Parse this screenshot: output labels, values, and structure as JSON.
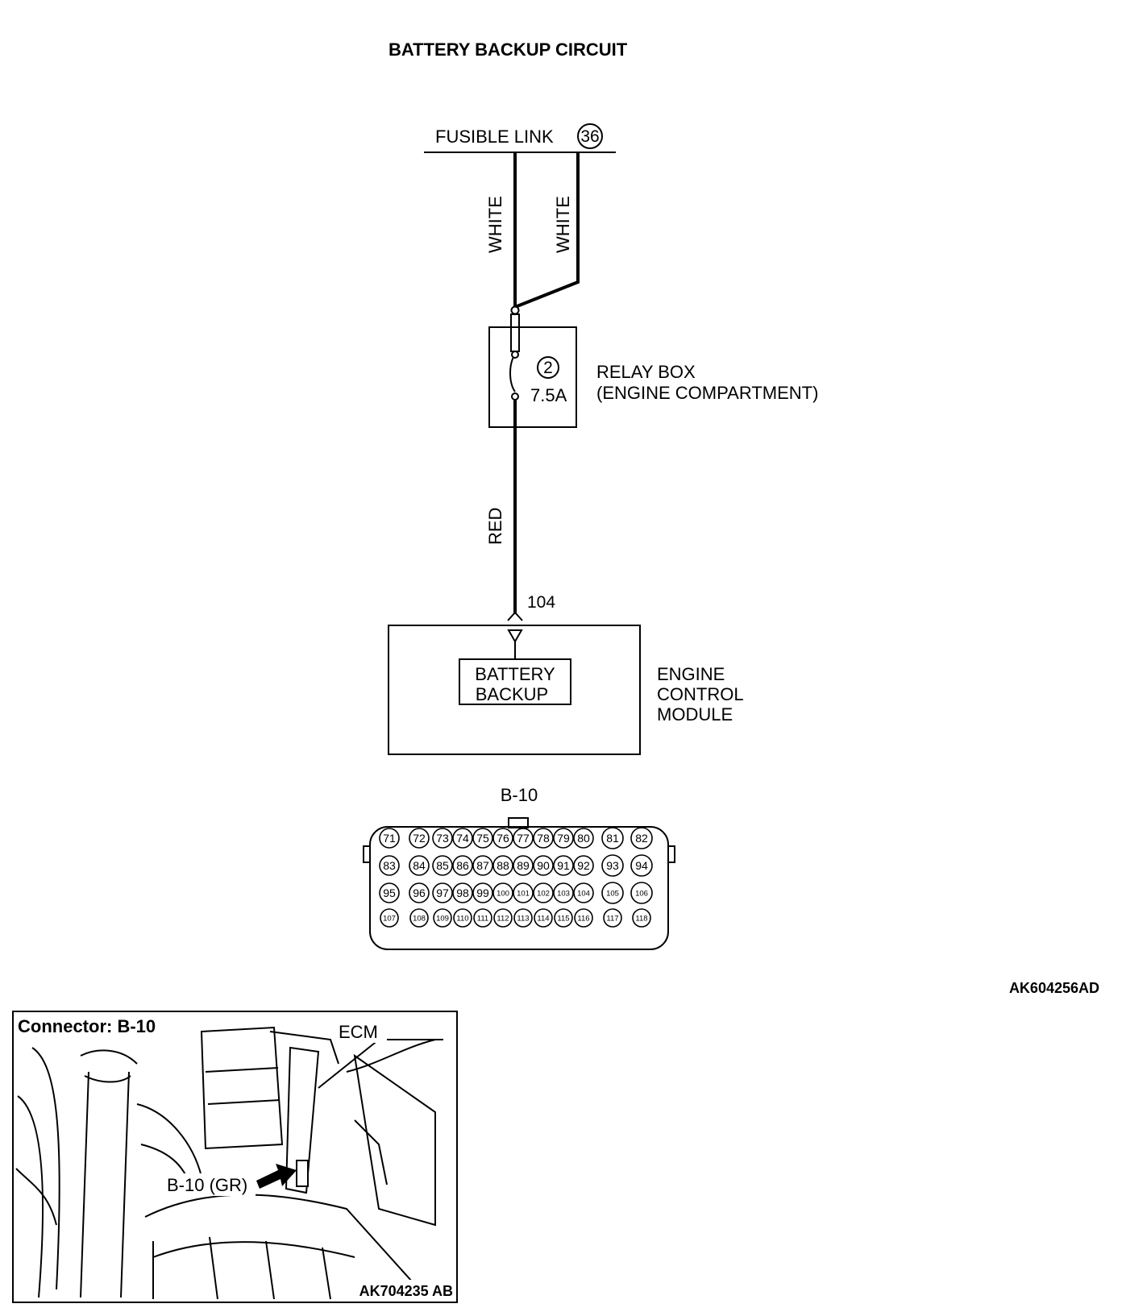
{
  "title": "BATTERY BACKUP CIRCUIT",
  "fusible_link": {
    "label": "FUSIBLE LINK",
    "number": "36"
  },
  "wires": {
    "white_left": "WHITE",
    "white_right": "WHITE",
    "red": "RED"
  },
  "relay_box": {
    "fuse_number": "2",
    "fuse_rating": "7.5A",
    "label_line1": "RELAY BOX",
    "label_line2": "(ENGINE COMPARTMENT)"
  },
  "terminal_number": "104",
  "ecm": {
    "inner_line1": "BATTERY",
    "inner_line2": "BACKUP",
    "label_line1": "ENGINE",
    "label_line2": "CONTROL",
    "label_line3": "MODULE"
  },
  "connector": {
    "name": "B-10",
    "rows": [
      [
        "71",
        "72",
        "73",
        "74",
        "75",
        "76",
        "77",
        "78",
        "79",
        "80",
        "81",
        "82"
      ],
      [
        "83",
        "84",
        "85",
        "86",
        "87",
        "88",
        "89",
        "90",
        "91",
        "92",
        "93",
        "94"
      ],
      [
        "95",
        "96",
        "97",
        "98",
        "99",
        "100",
        "101",
        "102",
        "103",
        "104",
        "105",
        "106"
      ],
      [
        "107",
        "108",
        "109",
        "110",
        "111",
        "112",
        "113",
        "114",
        "115",
        "116",
        "117",
        "118"
      ]
    ]
  },
  "figure_code": "AK604256AD",
  "photo": {
    "header": "Connector: B-10",
    "ecm_label": "ECM",
    "connector_label": "B-10 (GR)",
    "code": "AK704235 AB"
  }
}
